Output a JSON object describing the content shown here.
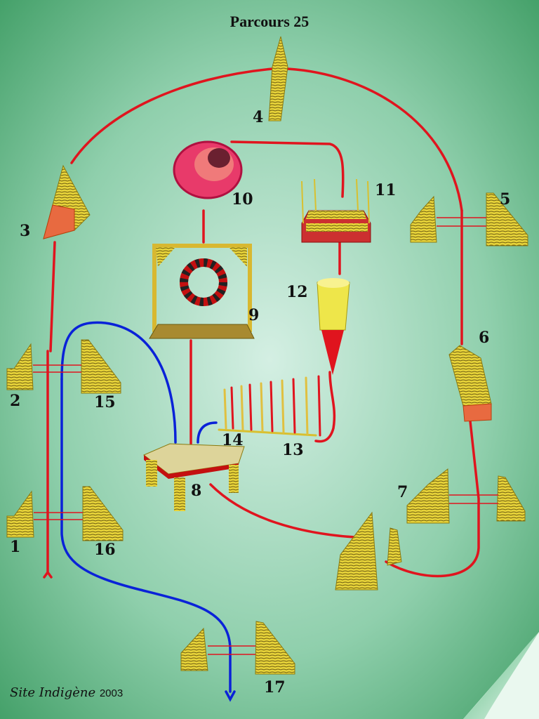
{
  "title": "Parcours 25",
  "credit": {
    "site": "Site Indigène",
    "year": "2003"
  },
  "colors": {
    "main_route": "#e0141e",
    "secondary_route": "#0a22d8",
    "wood": "#e8d43a",
    "background_center": "#d2eee2",
    "background_edge": "#2e9a5e"
  },
  "obstacles": [
    {
      "number": "1",
      "icon": "hurdle-stairs"
    },
    {
      "number": "2",
      "icon": "hurdle-stairs"
    },
    {
      "number": "3",
      "icon": "a-frame"
    },
    {
      "number": "4",
      "icon": "plank"
    },
    {
      "number": "5",
      "icon": "hurdle-stairs"
    },
    {
      "number": "6",
      "icon": "plank"
    },
    {
      "number": "7",
      "icon": "hurdle-stairs"
    },
    {
      "number": "8",
      "icon": "table"
    },
    {
      "number": "9",
      "icon": "tire-jump"
    },
    {
      "number": "10",
      "icon": "tunnel"
    },
    {
      "number": "11",
      "icon": "long-jump"
    },
    {
      "number": "12",
      "icon": "collapsed-tunnel"
    },
    {
      "number": "13",
      "icon": "weave-poles"
    },
    {
      "number": "14",
      "icon": "weave-poles"
    },
    {
      "number": "15",
      "icon": "hurdle-stairs"
    },
    {
      "number": "16",
      "icon": "hurdle-stairs"
    },
    {
      "number": "17",
      "icon": "hurdle-stairs"
    }
  ]
}
